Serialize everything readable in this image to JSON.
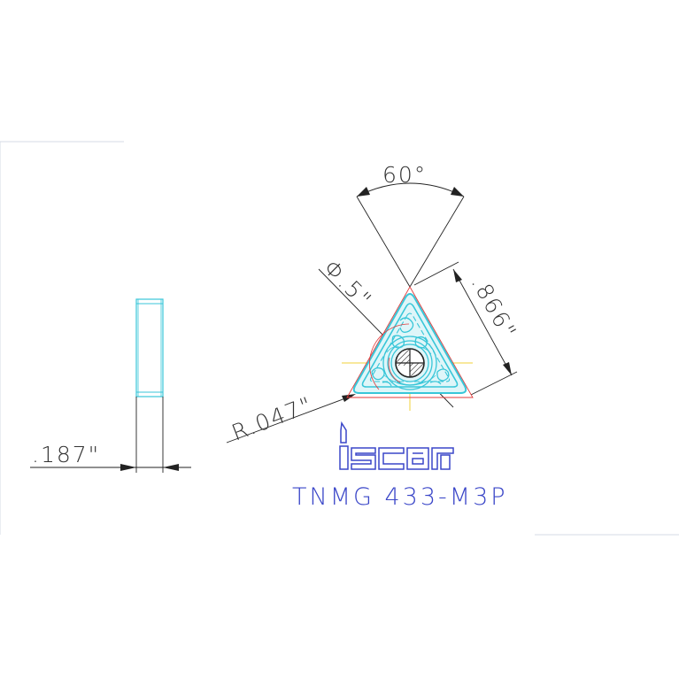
{
  "drawing": {
    "dimensions": {
      "angle": "60°",
      "inscribed_circle": "Φ.5\"",
      "edge_length": ".866\"",
      "corner_radius": "R.047\"",
      "thickness": ".187\""
    },
    "brand_logo": "iscar",
    "model_code": "TNMG 433-M3P"
  },
  "colors": {
    "insert_outline": "#38c6d8",
    "brand_blue": "#3a46c8",
    "centerline": "#f2d23a",
    "reference_red": "#e23a3a",
    "dimension_black": "#222222"
  }
}
